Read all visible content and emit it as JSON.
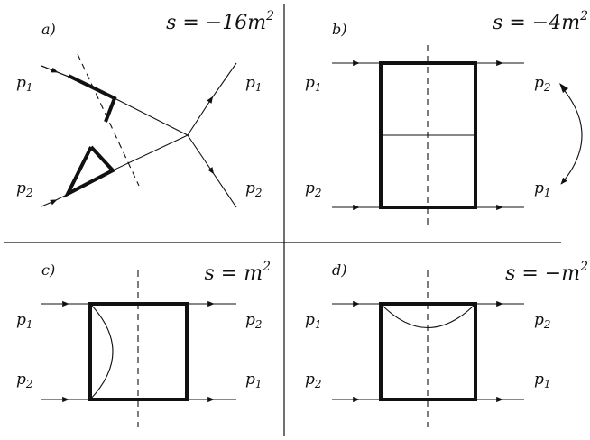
{
  "panels": [
    {
      "id": "a",
      "tag": "a)",
      "s_label": "s = −16m",
      "s_exp": "2",
      "legs": {
        "top_left": "p",
        "top_left_sub": "1",
        "bottom_left": "p",
        "bottom_left_sub": "2",
        "top_right": "p",
        "top_right_sub": "1",
        "bottom_right": "p",
        "bottom_right_sub": "2"
      }
    },
    {
      "id": "b",
      "tag": "b)",
      "s_label": "s = −4m",
      "s_exp": "2",
      "legs": {
        "top_left": "p",
        "top_left_sub": "1",
        "bottom_left": "p",
        "bottom_left_sub": "2",
        "top_right": "p",
        "top_right_sub": "2",
        "bottom_right": "p",
        "bottom_right_sub": "1"
      }
    },
    {
      "id": "c",
      "tag": "c)",
      "s_label": "s = m",
      "s_exp": "2",
      "legs": {
        "top_left": "p",
        "top_left_sub": "1",
        "bottom_left": "p",
        "bottom_left_sub": "2",
        "top_right": "p",
        "top_right_sub": "2",
        "bottom_right": "p",
        "bottom_right_sub": "1"
      }
    },
    {
      "id": "d",
      "tag": "d)",
      "s_label": "s = −m",
      "s_exp": "2",
      "legs": {
        "top_left": "p",
        "top_left_sub": "1",
        "bottom_left": "p",
        "bottom_left_sub": "2",
        "top_right": "p",
        "top_right_sub": "2",
        "bottom_right": "p",
        "bottom_right_sub": "1"
      }
    }
  ]
}
